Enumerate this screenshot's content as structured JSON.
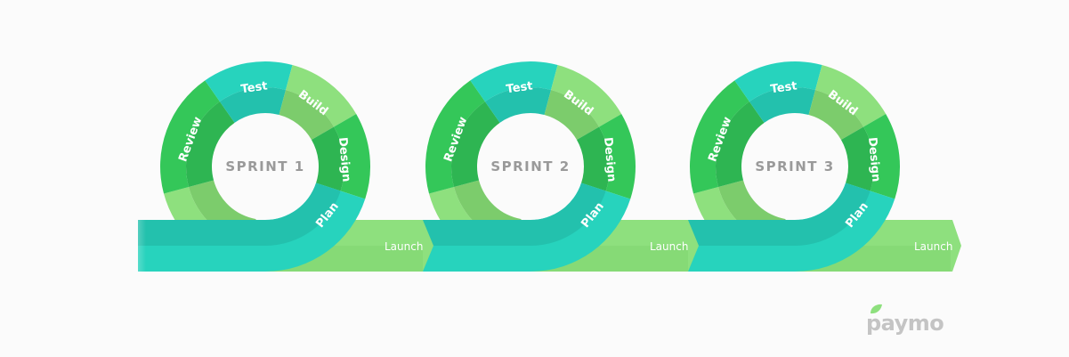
{
  "colors": {
    "teal": "#27d3bd",
    "teal_dark": "#23c1ad",
    "green_mid": "#34c759",
    "green_mid_dark": "#2eb552",
    "green_light": "#8ee07e",
    "green_light_dark": "#7ccc6c",
    "background": "#fbfbfb",
    "sprint_text": "#9a9a9a",
    "brand_text": "#c4c4c4"
  },
  "phases": [
    "Plan",
    "Design",
    "Build",
    "Test",
    "Review"
  ],
  "launch_label": "Launch",
  "sprints": [
    {
      "label": "SPRINT 1"
    },
    {
      "label": "SPRINT 2"
    },
    {
      "label": "SPRINT 3"
    }
  ],
  "brand": {
    "name": "paymo",
    "icon": "leaf-icon"
  }
}
